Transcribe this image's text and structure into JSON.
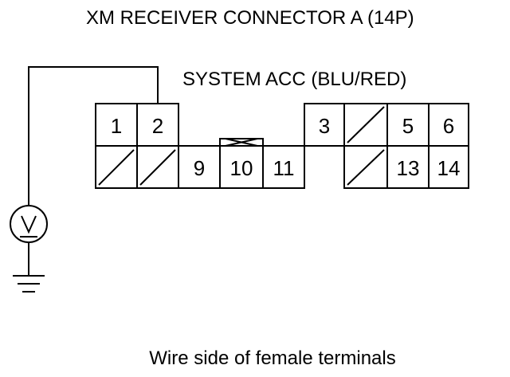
{
  "diagram": {
    "title": "XM RECEIVER CONNECTOR A (14P)",
    "wire_label": "SYSTEM ACC (BLU/RED)",
    "caption": "Wire side of female terminals",
    "meter_symbol": "voltmeter-icon",
    "ground_symbol": "ground-icon",
    "terminals": {
      "t1": "1",
      "t2": "2",
      "t3": "3",
      "t5": "5",
      "t6": "6",
      "t9": "9",
      "t10": "10",
      "t11": "11",
      "t13": "13",
      "t14": "14"
    },
    "colors": {
      "line": "#000000",
      "background": "#ffffff"
    }
  }
}
